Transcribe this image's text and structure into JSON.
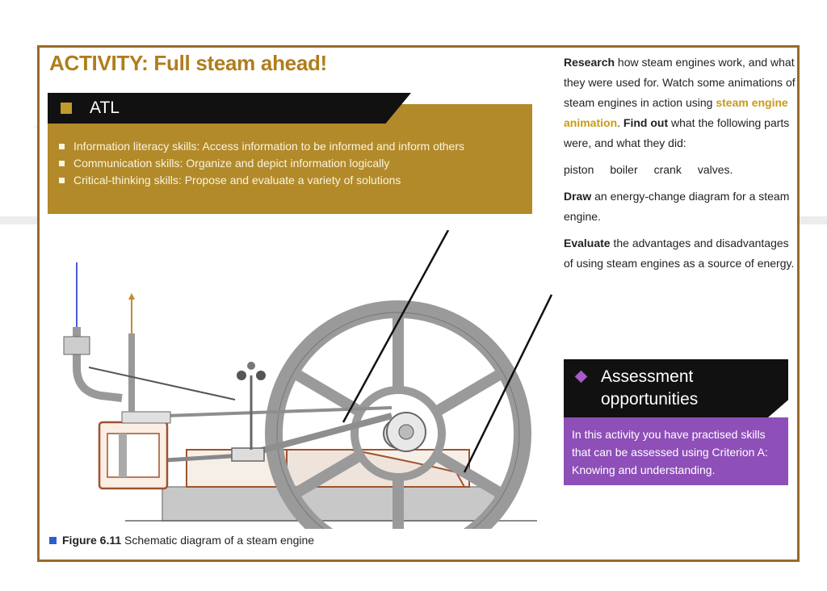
{
  "activity": {
    "title": "ACTIVITY: Full steam ahead!"
  },
  "atl": {
    "label": "ATL",
    "skills": [
      "Information literacy skills: Access information to be informed and inform others",
      "Communication skills: Organize and depict information logically",
      "Critical-thinking skills: Propose and evaluate a variety of solutions"
    ]
  },
  "figure": {
    "number": "Figure 6.11",
    "caption": "Schematic diagram of a steam engine"
  },
  "task": {
    "research_verb": "Research",
    "research_text_1": " how steam engines work, and what they were used for. Watch some animations of steam engines in action using ",
    "research_link": "steam engine animation",
    "research_text_2": ". ",
    "findout_verb": "Find out",
    "findout_text": " what the following parts were, and what they did:",
    "parts": [
      "piston",
      "boiler",
      "crank",
      "valves."
    ],
    "draw_verb": "Draw",
    "draw_text": " an energy-change diagram for a steam engine.",
    "evaluate_verb": "Evaluate",
    "evaluate_text": " the advantages and disadvantages of using steam engines as a source of energy."
  },
  "assessment": {
    "title": "Assessment opportunities",
    "body": "In this activity you have practised skills that can be assessed using Criterion A: Knowing and understanding."
  },
  "colors": {
    "frame": "#9a6a2a",
    "gold": "#b28a2a",
    "title": "#b07d1c",
    "purple": "#8e4fb8",
    "link": "#c99a15"
  }
}
